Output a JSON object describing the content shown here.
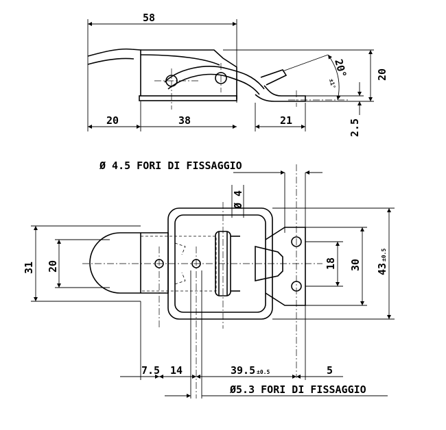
{
  "top_view": {
    "dims": {
      "overall_length": "58",
      "left_offset": "20",
      "body_length": "38",
      "plate_length": "21",
      "height": "20",
      "plate_thickness": "2.5",
      "angle": "20°",
      "angle_tol": "±1°"
    }
  },
  "plan_view": {
    "note_top": "Ø 4.5  FORI DI FISSAGGIO",
    "note_bottom": "Ø5.3  FORI DI FISSAGGIO",
    "dims": {
      "outer_height": "31",
      "inner_height": "20",
      "pin_diameter": "Ø 4",
      "hole_spacing": "18",
      "plate_height": "30",
      "overall_height": "43",
      "overall_height_tol": "±0.5",
      "d_7_5": "7.5",
      "d_14": "14",
      "d_39_5": "39.5",
      "d_39_5_tol": "±0.5",
      "d_5": "5"
    }
  }
}
